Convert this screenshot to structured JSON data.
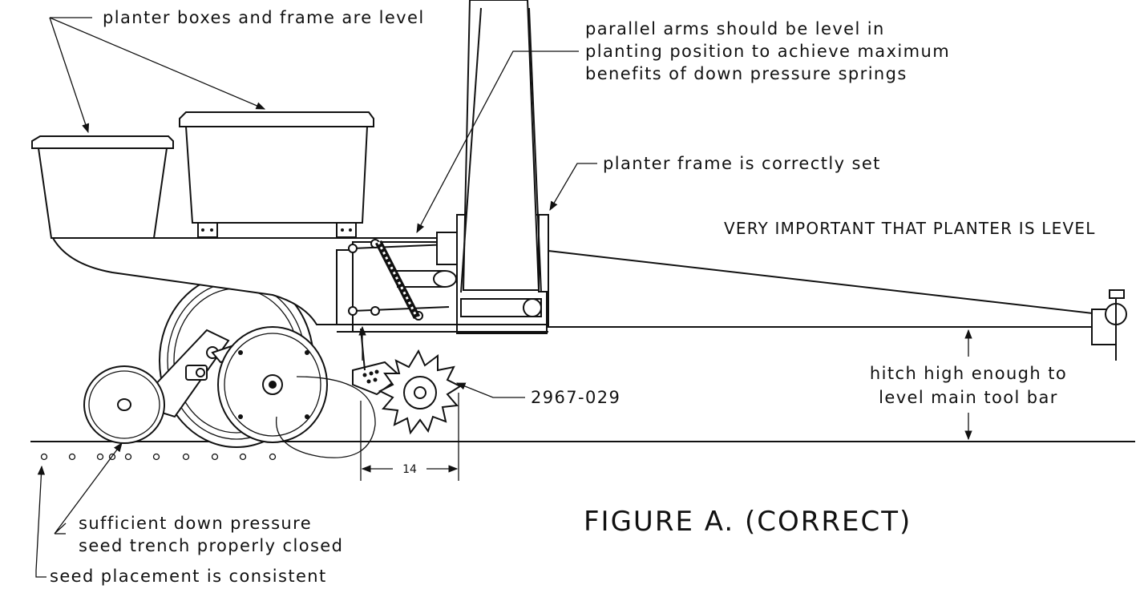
{
  "figure": {
    "caption": "FIGURE A. (CORRECT)",
    "notice": "VERY IMPORTANT THAT PLANTER IS LEVEL"
  },
  "callouts": {
    "planter_boxes": "planter boxes and frame are level",
    "parallel_arms": [
      "parallel arms should be level in",
      "planting position to achieve maximum",
      "benefits of down pressure springs"
    ],
    "planter_frame": "planter frame is correctly set",
    "hitch": [
      "hitch high enough to",
      "level main tool bar"
    ],
    "part_number": "2967-029",
    "dimension": "14",
    "down_pressure": [
      "sufficient down pressure",
      "seed trench properly closed"
    ],
    "seed_placement": "seed placement is consistent"
  },
  "colors": {
    "ink": "#111111",
    "paper": "#ffffff"
  }
}
